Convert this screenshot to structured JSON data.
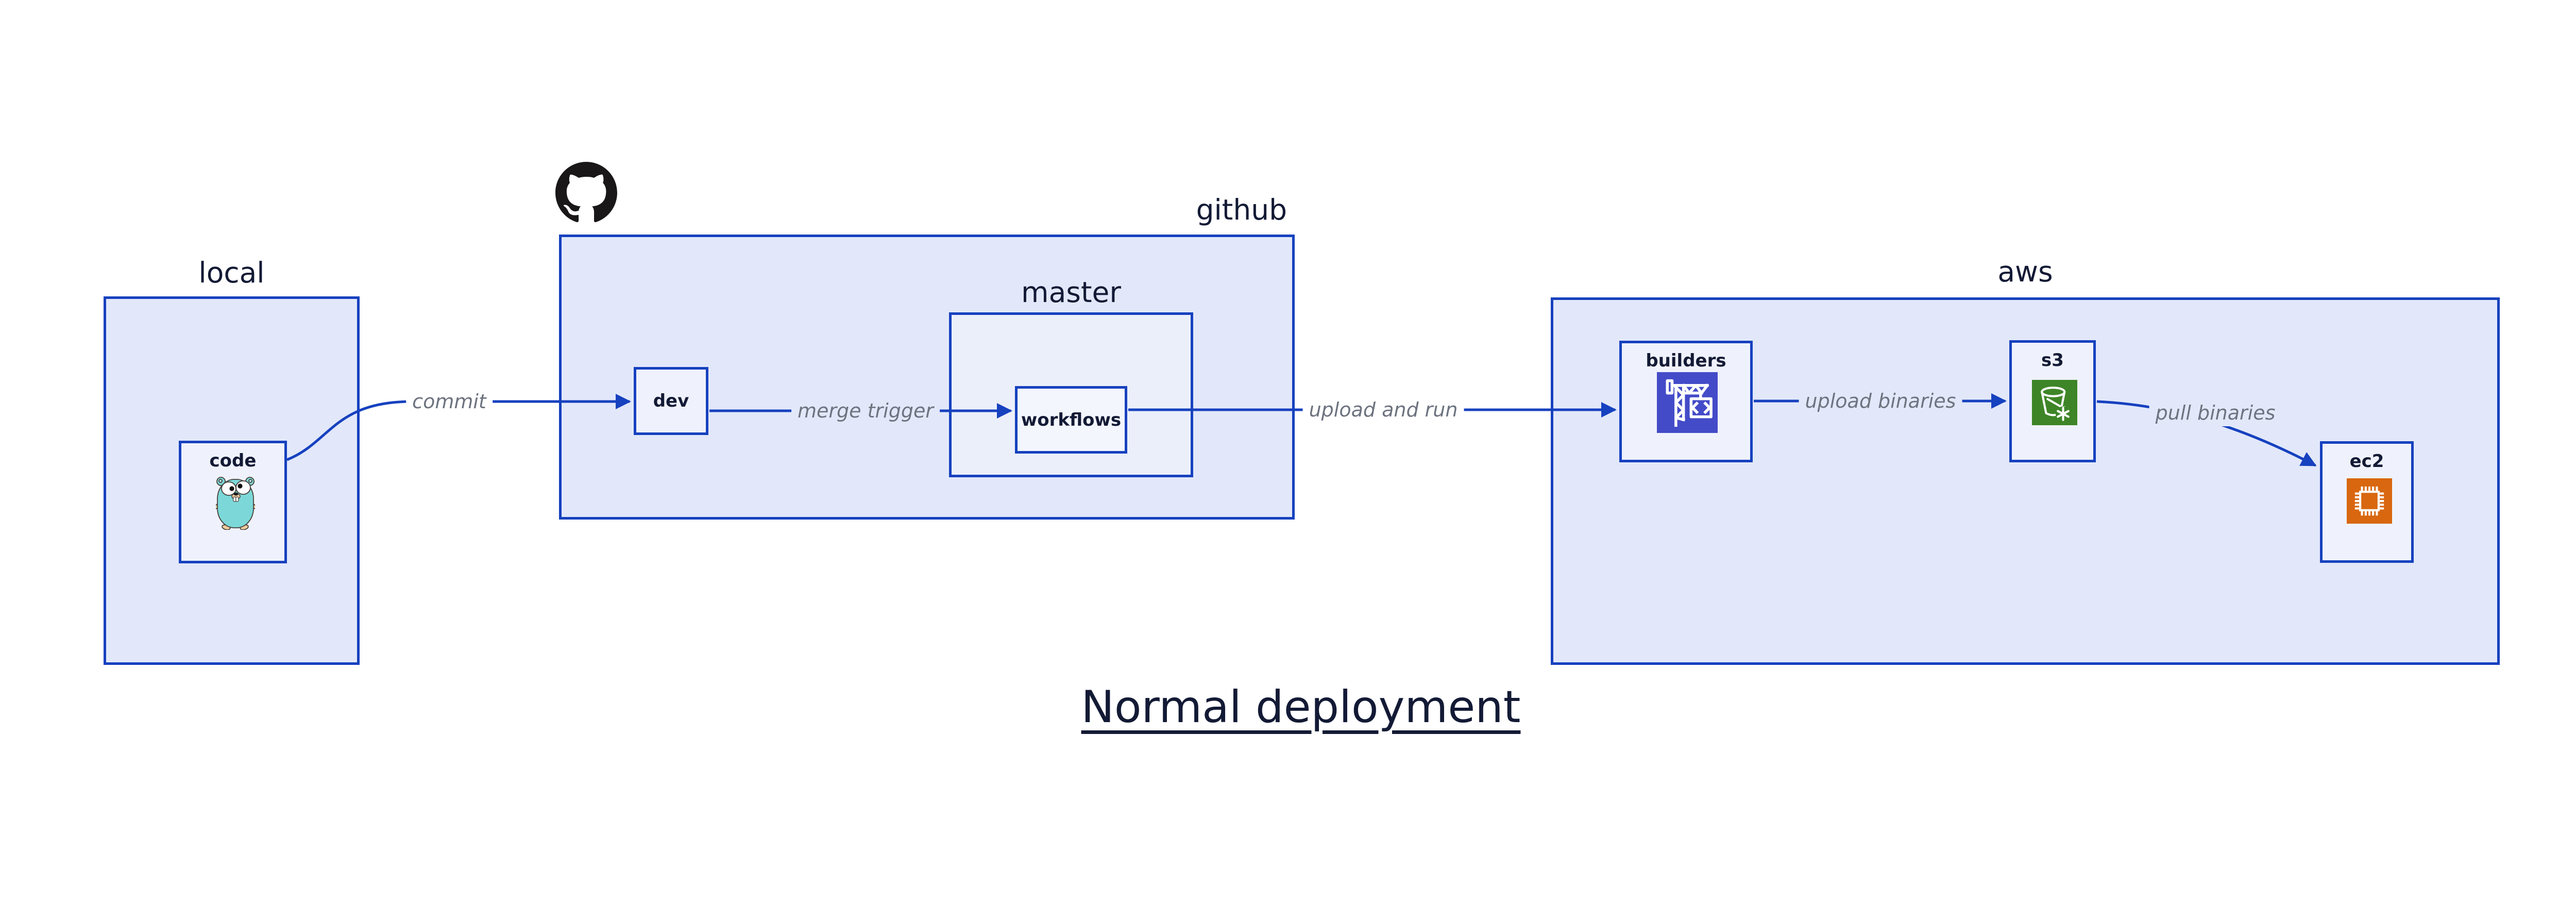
{
  "title": {
    "text": "Normal deployment"
  },
  "containers": {
    "local": {
      "label": "local"
    },
    "github": {
      "label": "github",
      "icon": "github-octocat-icon"
    },
    "master": {
      "label": "master"
    },
    "aws": {
      "label": "aws"
    }
  },
  "nodes": {
    "code": {
      "label": "code",
      "icon": "go-gopher-icon"
    },
    "dev": {
      "label": "dev"
    },
    "workflows": {
      "label": "workflows"
    },
    "builders": {
      "label": "builders",
      "icon": "codebuild-crane-icon",
      "icon_color": "#444BC8"
    },
    "s3": {
      "label": "s3",
      "icon": "s3-bucket-icon",
      "icon_color": "#3E8527"
    },
    "ec2": {
      "label": "ec2",
      "icon": "ec2-chip-icon",
      "icon_color": "#D8670F"
    }
  },
  "edges": {
    "commit": {
      "label": "commit"
    },
    "merge_trigger": {
      "label": "merge trigger"
    },
    "upload_and_run": {
      "label": "upload and run"
    },
    "upload_binaries": {
      "label": "upload binaries"
    },
    "pull_binaries": {
      "label": "pull binaries"
    }
  },
  "colors": {
    "background": "#FFFFFF",
    "container_fill": "#E2E8FA",
    "nested_container_fill": "#EBEFFA",
    "node_fill": "#EFF2FC",
    "node_fill_level2": "#F3F6FD",
    "border_and_edge_blue": "#1641BF",
    "title_navy": "#131A35",
    "edge_label_gray": "#6D737F",
    "github_logo_black": "#191717",
    "gopher_teal": "#7CD8D8",
    "codebuild_indigo": "#444BC8",
    "s3_green": "#3E8527",
    "ec2_orange": "#D8670F"
  }
}
